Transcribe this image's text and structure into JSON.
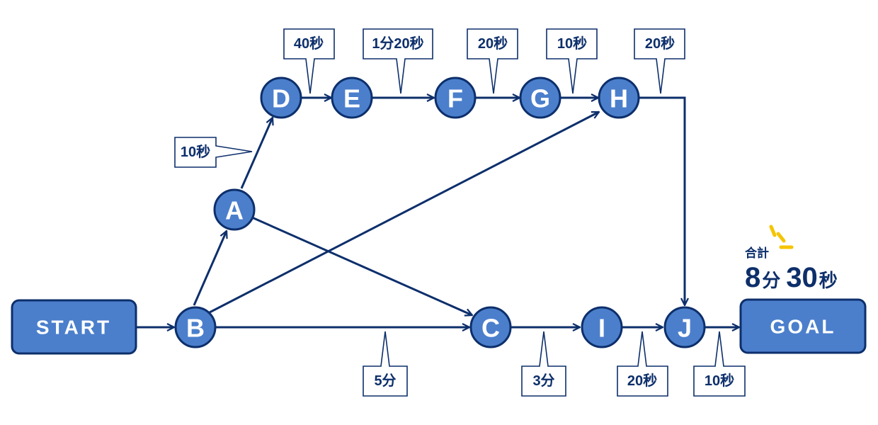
{
  "start_label": "START",
  "goal_label": "GOAL",
  "nodes": {
    "A": "A",
    "B": "B",
    "C": "C",
    "D": "D",
    "E": "E",
    "F": "F",
    "G": "G",
    "H": "H",
    "I": "I",
    "J": "J"
  },
  "durations": {
    "a_d": "10秒",
    "d_e": "40秒",
    "e_f": "1分20秒",
    "f_g": "20秒",
    "g_h": "10秒",
    "h_j": "20秒",
    "b_c": "5分",
    "c_i": "3分",
    "i_j": "20秒",
    "j_goal": "10秒"
  },
  "total": {
    "label": "合計",
    "minutes": "8",
    "minutes_unit": "分",
    "seconds": "30",
    "seconds_unit": "秒"
  },
  "colors": {
    "node_fill": "#4b7fcc",
    "stroke": "#0d2f6b",
    "accent": "#f5c400"
  }
}
